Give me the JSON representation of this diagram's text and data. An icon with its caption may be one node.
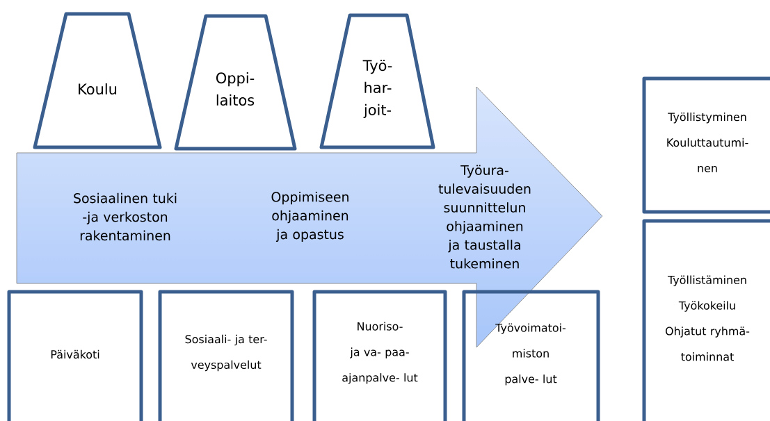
{
  "diagram": {
    "nodes": [
      {
        "text": [
          "Sosiaalinen tuki -ja verkoston rakentaminen",
          "Oppimiseen ohjaaminen ja opastus",
          "Työura- tulevaisuuden suunnittelun ohjaaminen ja taustalla tukeminen"
        ]
      },
      {
        "text": [
          "Koulu"
        ]
      },
      {
        "text": [
          "Oppi- laitos"
        ]
      },
      {
        "text": [
          "Työ- har- joit-"
        ]
      },
      {
        "text": [
          "Päiväkoti"
        ]
      },
      {
        "text": [
          "Sosiaali- ja ter- veyspalvelut"
        ]
      },
      {
        "text": [
          "Nuoriso- ja va- paa-ajanpalve- lut"
        ]
      },
      {
        "text": [
          "Työvoimatoi- miston palve- lut"
        ]
      },
      {
        "text": [
          "Työllistyminen",
          "Kouluttautumi- nen"
        ]
      },
      {
        "text": [
          "Työllistäminen",
          "Työkokeilu",
          "Ohjatut ryhmä- toiminnat"
        ]
      }
    ]
  }
}
